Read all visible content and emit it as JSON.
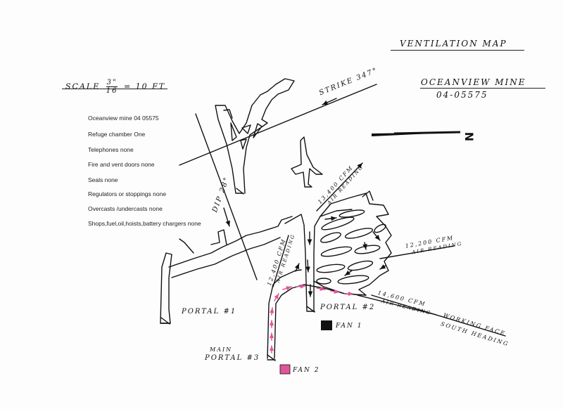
{
  "title": "VENTILATION MAP",
  "scale": {
    "prefix": "SCALE",
    "num": "3\"",
    "den": "16",
    "suffix": "= 10 FT"
  },
  "mine": {
    "name": "OCEANVIEW MINE",
    "number": "04-05575"
  },
  "strike": "STRIKE 347°",
  "dip": "DIP 28°",
  "north": "N",
  "legend": [
    "Oceanview mine 04 05575",
    "Refuge chamber One",
    "Telephones none",
    "Fire and vent doors none",
    "Seals none",
    "Regulators or stoppings none",
    "Overcasts /undercasts none",
    "Shops,fuel,oil,hoists,battery chargers none"
  ],
  "readings": [
    {
      "cfm": "13,400 CFM",
      "note": "AIR READING"
    },
    {
      "cfm": "12,200 CFM",
      "note": "AIR READING"
    },
    {
      "cfm": "12,400 CFM",
      "note": "AIR READING"
    },
    {
      "cfm": "14,600 CFM",
      "note": "AIR READING"
    }
  ],
  "working_face": {
    "line1": "WORKING FACE",
    "line2": "SOUTH HEADING"
  },
  "portals": [
    "PORTAL #1",
    "PORTAL #2",
    "MAIN",
    "PORTAL #3"
  ],
  "fans": [
    {
      "label": "FAN 1",
      "color": "#111111"
    },
    {
      "label": "FAN 2",
      "color": "#e0559a"
    }
  ],
  "colors": {
    "ink": "#111111",
    "airflow_magenta": "#e0559a"
  }
}
